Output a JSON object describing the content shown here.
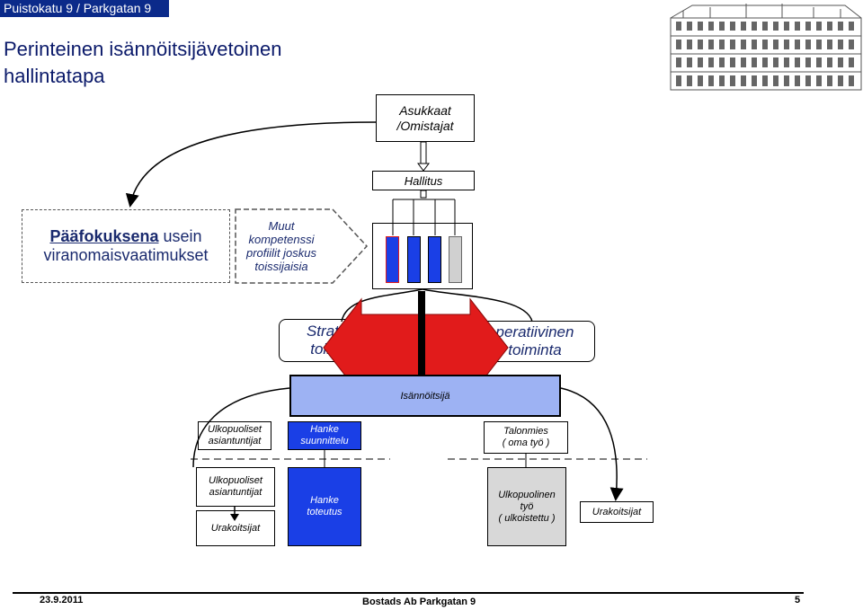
{
  "header": {
    "title": "Puistokatu 9 / Parkgatan 9"
  },
  "slide": {
    "title_line1": "Perinteinen isännöitsijävetoinen",
    "title_line2": "hallintatapa"
  },
  "nodes": {
    "asukkaat_line1": "Asukkaat",
    "asukkaat_line2": "/Omistajat",
    "hallitus": "Hallitus",
    "paafokus_bold": "Pääfokuksena",
    "paafokus_rest": " usein",
    "paafokus_line2": "viranomaisvaatimukset",
    "muut_line1": "Muut",
    "muut_line2": "kompetenssi",
    "muut_line3": "profiilit joskus",
    "muut_line4": "toissijaisia",
    "strateginen_line1": "Strategin",
    "strateginen_line2": "toiminta",
    "operatiivinen_line1": "peratiivinen",
    "operatiivinen_line2": "toiminta",
    "isannoitsija": "Isännöitsijä",
    "ulko_asiantuntijat_1_line1": "Ulkopuoliset",
    "ulko_asiantuntijat_1_line2": "asiantuntijat",
    "hanke_suunnittelu_line1": "Hanke",
    "hanke_suunnittelu_line2": "suunnittelu",
    "talonmies_line1": "Talonmies",
    "talonmies_line2": "( oma työ )",
    "ulko_asiantuntijat_2_line1": "Ulkopuoliset",
    "ulko_asiantuntijat_2_line2": "asiantuntijat",
    "urakoitsijat_1": "Urakoitsijat",
    "hanke_toteutus_line1": "Hanke",
    "hanke_toteutus_line2": "toteutus",
    "ulkopuolinen_tyo_line1": "Ulkopuolinen",
    "ulkopuolinen_tyo_line2": "työ",
    "ulkopuolinen_tyo_line3": "( ulkoistettu )",
    "urakoitsijat_2": "Urakoitsijat"
  },
  "colors": {
    "dark_blue": "#0b2a8a",
    "box_blue": "#1a3fe6",
    "light_blue": "#9db2f3",
    "red_arrow": "#e11b1b"
  },
  "footer": {
    "date": "23.9.2011",
    "company": "Bostads Ab Parkgatan 9",
    "page": "5"
  }
}
